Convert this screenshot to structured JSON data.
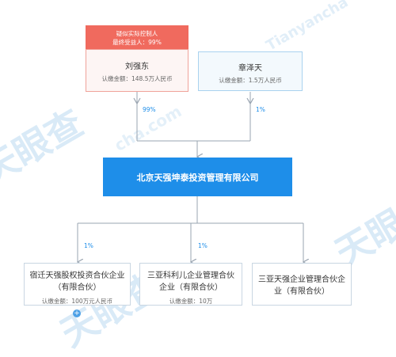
{
  "watermark": {
    "brand": "查",
    "domain": "Tianyancha.com"
  },
  "shareholders": [
    {
      "name": "刘强东",
      "capital": "认缴金额：148.5万人民币",
      "tag_line1": "疑似实际控制人",
      "tag_line2": "最终受益人：99%",
      "percent": "99%",
      "highlight_color": "#f06a5e"
    },
    {
      "name": "章泽天",
      "capital": "认缴金额：1.5万人民币",
      "percent": "1%"
    }
  ],
  "company": {
    "name": "北京天强坤泰投资管理有限公司",
    "color": "#1e8ee9"
  },
  "investments": [
    {
      "name": "宿迁天强股权投资合伙企业（有限合伙）",
      "capital": "认缴金额：100万元人民币",
      "percent": "1%",
      "expand_icon": "plus-icon"
    },
    {
      "name": "三亚科利儿企业管理合伙企业（有限合伙）",
      "capital": "认缴金额：10万",
      "percent": "1%"
    },
    {
      "name": "三亚天强企业管理合伙企业（有限合伙）"
    }
  ]
}
